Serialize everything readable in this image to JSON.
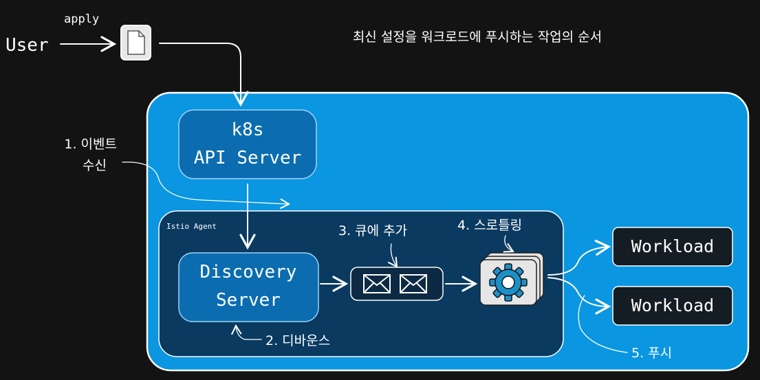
{
  "title": "최신 설정을 워크로드에 푸시하는 작업의 순서",
  "user_label": "User",
  "apply_label": "apply",
  "k8s_line1": "k8s",
  "k8s_line2": "API Server",
  "agent_label": "Istio Agent",
  "discovery_line1": "Discovery",
  "discovery_line2": "Server",
  "workloads": [
    "Workload",
    "Workload"
  ],
  "steps": {
    "step1_line1": "1. 이벤트",
    "step1_line2": "수신",
    "step2": "2. 디바운스",
    "step3": "3. 큐에 추가",
    "step4": "4. 스로틀링",
    "step5": "5. 푸시"
  },
  "icons": [
    "file-icon",
    "envelope-icon",
    "envelope-icon",
    "gear-icon"
  ],
  "colors": {
    "background": "#131313",
    "mesh": "#0a96e0",
    "k8s_box": "#0b6db0",
    "agent_box": "#0a3a60",
    "discovery_box": "#0b6db0",
    "queue_box": "#0d2a44",
    "workload_box": "#151d24",
    "gear": "#1e90c8"
  }
}
